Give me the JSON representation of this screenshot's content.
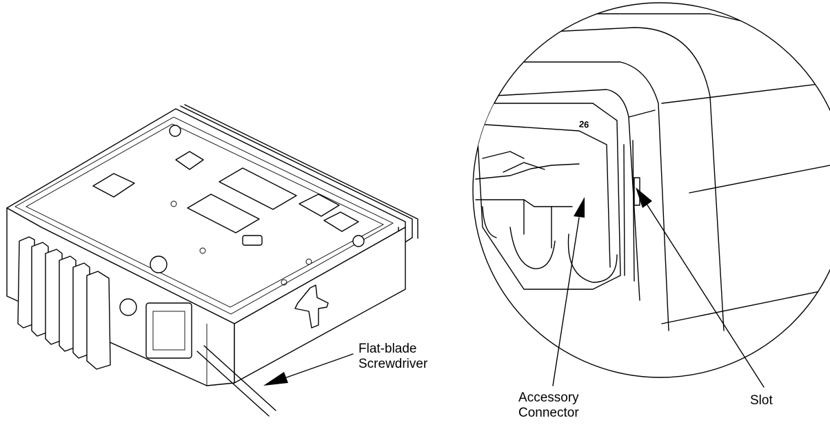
{
  "labels": {
    "screwdriver_line1": "Flat-blade",
    "screwdriver_line2": "Screwdriver",
    "accessory_line1": "Accessory",
    "accessory_line2": "Connector",
    "slot": "Slot",
    "connector_number": "26"
  }
}
